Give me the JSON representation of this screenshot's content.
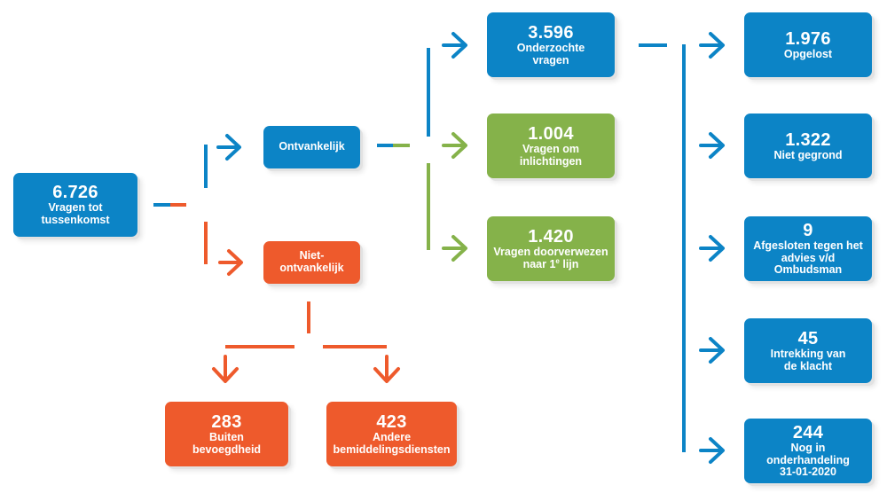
{
  "colors": {
    "blue": "#0c84c6",
    "green": "#85b24a",
    "orange": "#ee5a2c"
  },
  "nodes": {
    "total": {
      "number": "6.726",
      "label_lines": [
        "Vragen tot",
        "tussenkomst"
      ]
    },
    "ontvankelijk": {
      "label_lines": [
        "Ontvankelijk"
      ]
    },
    "niet": {
      "label_lines": [
        "Niet-",
        "ontvankelijk"
      ]
    },
    "onderzocht": {
      "number": "3.596",
      "label_lines": [
        "Onderzochte",
        "vragen"
      ]
    },
    "inlichtingen": {
      "number": "1.004",
      "label_lines": [
        "Vragen om",
        "inlichtingen"
      ]
    },
    "doorverwezen": {
      "number": "1.420",
      "label_lines": [
        "Vragen doorverwezen",
        "naar 1"
      ],
      "label_sup": "e",
      "label_suffix": " lijn"
    },
    "buiten": {
      "number": "283",
      "label_lines": [
        "Buiten",
        "bevoegdheid"
      ]
    },
    "andere": {
      "number": "423",
      "label_lines": [
        "Andere",
        "bemiddelingsdiensten"
      ]
    },
    "opgelost": {
      "number": "1.976",
      "label_lines": [
        "Opgelost"
      ]
    },
    "nietgegrond": {
      "number": "1.322",
      "label_lines": [
        "Niet gegrond"
      ]
    },
    "afgesloten": {
      "number": "9",
      "label_lines": [
        "Afgesloten tegen het",
        "advies v/d Ombudsman"
      ]
    },
    "intrekking": {
      "number": "45",
      "label_lines": [
        "Intrekking van",
        "de klacht"
      ]
    },
    "behandeling": {
      "number": "244",
      "label_lines": [
        "Nog in onderhandeling",
        "31-01-2020"
      ]
    }
  }
}
